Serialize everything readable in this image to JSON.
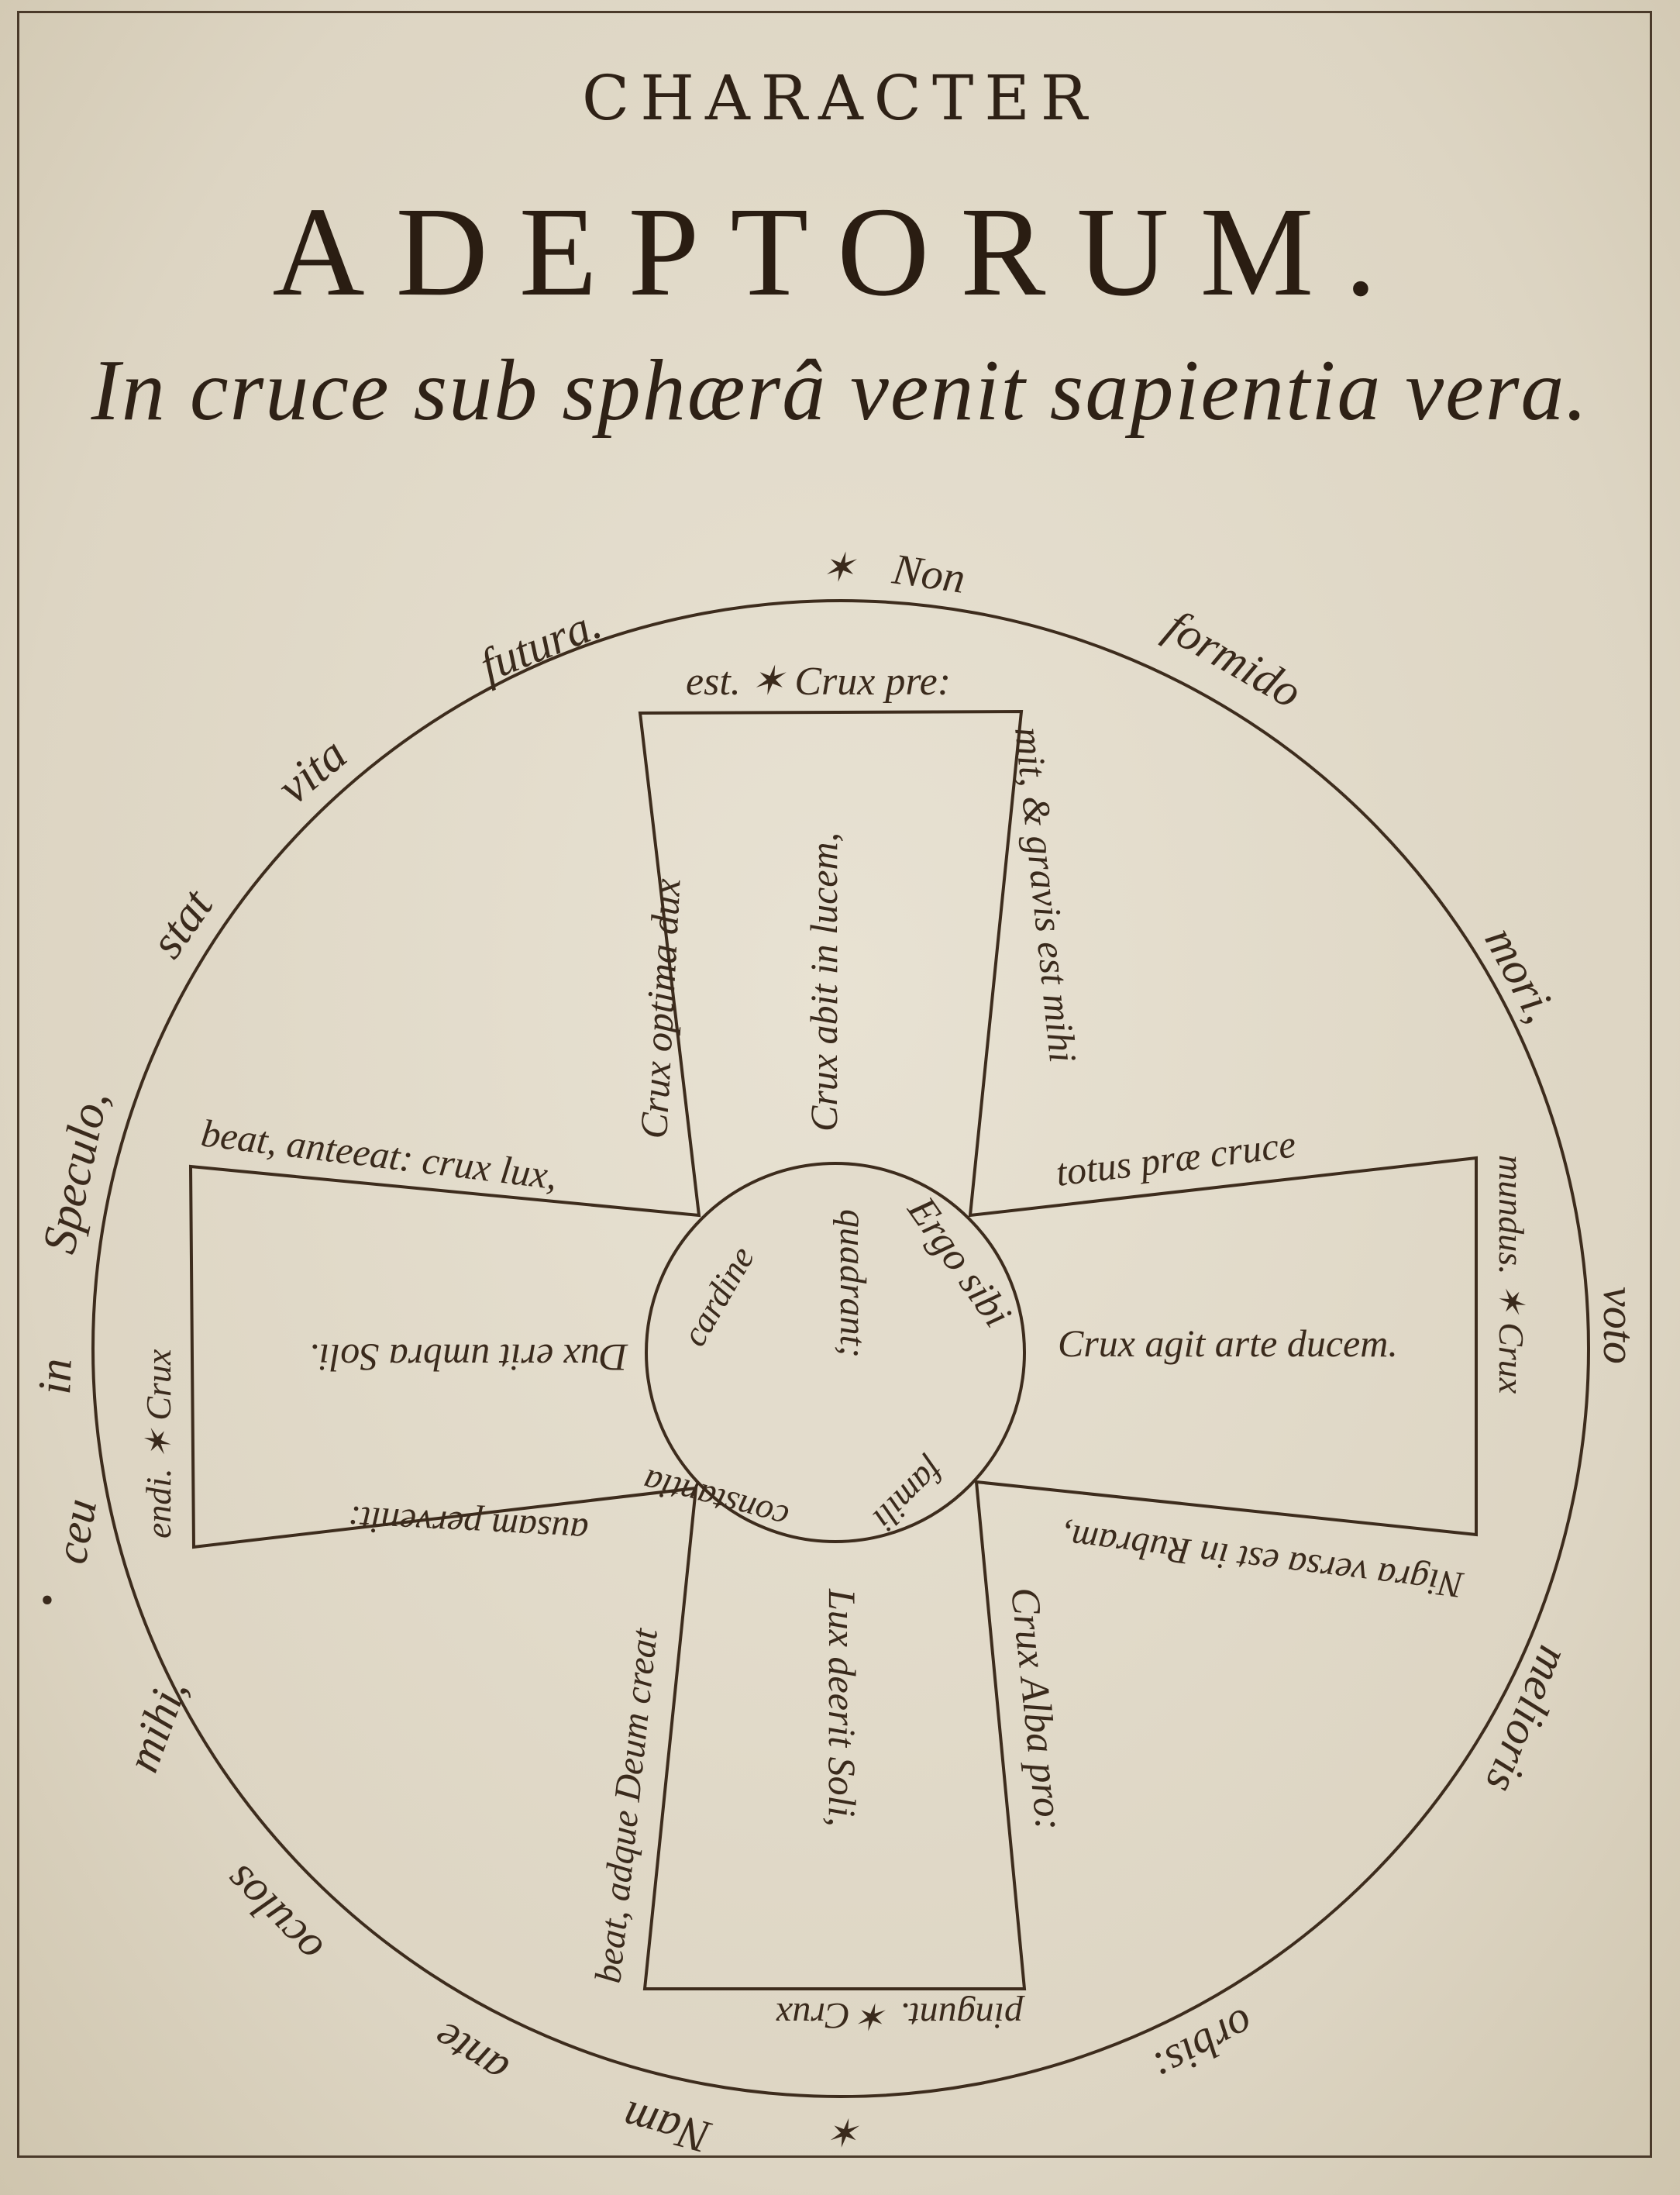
{
  "header": {
    "line1": "CHARACTER",
    "line2": "ADEPTORUM.",
    "motto": "In cruce sub sphærâ venit sapientia vera."
  },
  "diagram": {
    "circle_words": {
      "star_top": "✶",
      "non": "Non",
      "formido": "formido",
      "mori": "mori,",
      "voto": "voto",
      "melioris": "melioris",
      "orbis": "orbis:",
      "star_bottom": "✶",
      "nam": "Nam",
      "ante": "ante",
      "oculos": "oculos",
      "mihi": "mihi,",
      "dot_left": "•",
      "ceu": "ceu",
      "in": "in",
      "speculo": "Speculo,",
      "stat": "stat",
      "vita": "vita",
      "futura": "futura."
    },
    "cross_top": {
      "upper_edge": "est. ✶ Crux pre:",
      "left_edge": "Crux optima dux",
      "center": "Crux abit in lucem,",
      "right_edge": "mit, & gravis est mihi"
    },
    "cross_right": {
      "upper_edge": "totus præ cruce",
      "right_edge": "mundus. ✶ Crux",
      "center": "Crux agit arte ducem.",
      "lower_edge": "Nigra versa est in Rubram,"
    },
    "cross_bottom": {
      "right_edge": "Crux Alba pro:",
      "lower_edge": "pingunt. ✶ Crux",
      "center": "Lux deerit Soli,",
      "left_edge": "beat, adque Deum creat"
    },
    "cross_left": {
      "upper_edge": "beat, anteeat: crux lux,",
      "left_edge": "endi. ✶ Crux",
      "center": "Dux erit umbra Soli.",
      "lower_edge": "ausam pervenit:"
    },
    "center_circle": {
      "ergo": "Ergo sibi",
      "famili": "famili",
      "constantia": "constantia",
      "cardine": "cardine",
      "quadrant": "quadrant;"
    }
  }
}
